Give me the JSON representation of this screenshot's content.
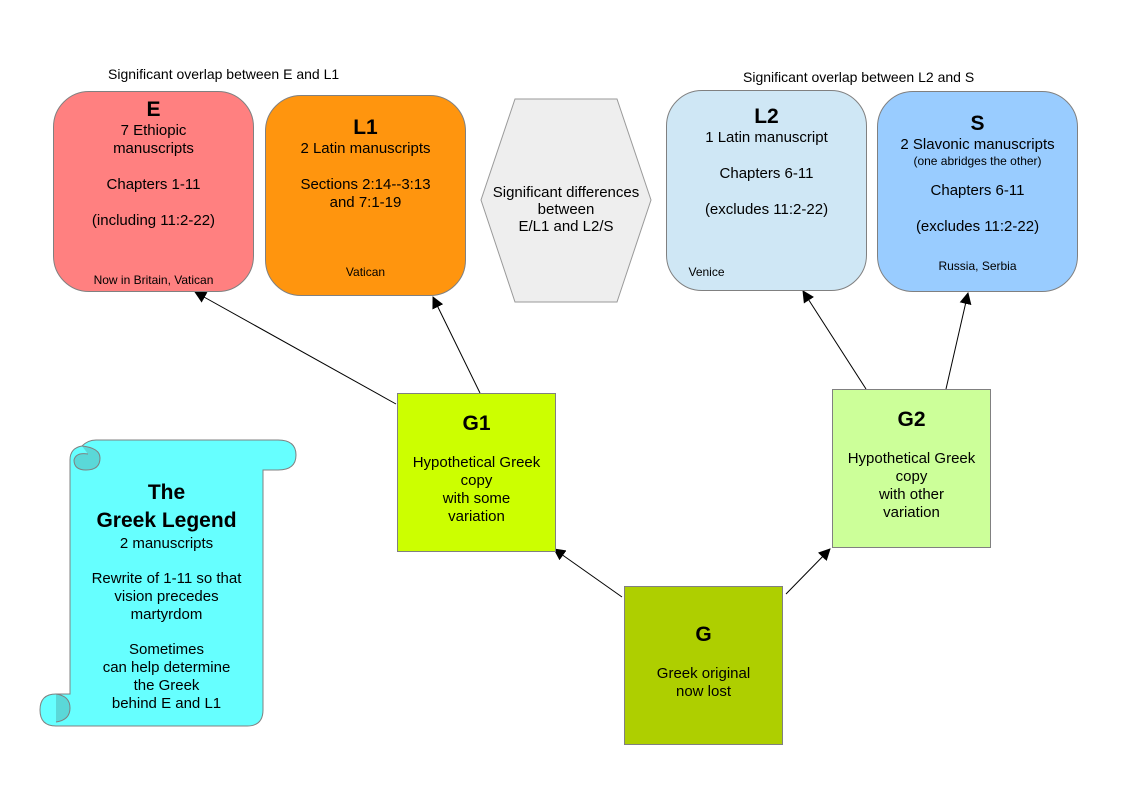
{
  "notes": {
    "left_overlap": "Significant overlap between E and L1",
    "right_overlap": "Significant overlap between L2 and S"
  },
  "colors": {
    "E": "#ff8080",
    "L1": "#ff950e",
    "L2": "#cfe7f5",
    "S": "#99ccff",
    "G1": "#ccff00",
    "G2": "#ccff99",
    "G": "#aecf00",
    "legend": "#66ffff",
    "diff": "#eeeeee",
    "arrow": "#000000"
  },
  "boxes": {
    "E": {
      "title": "E",
      "line1": "7 Ethiopic",
      "line2": "manuscripts",
      "chapters": "Chapters 1-11",
      "extra": "(including 11:2-22)",
      "location": "Now in Britain, Vatican"
    },
    "L1": {
      "title": "L1",
      "line1": "2 Latin manuscripts",
      "sections1": "Sections 2:14--3:13",
      "sections2": "and 7:1-19",
      "location": "Vatican"
    },
    "L2": {
      "title": "L2",
      "line1": "1 Latin manuscript",
      "chapters": "Chapters 6-11",
      "extra": "(excludes 11:2-22)",
      "location": "Venice"
    },
    "S": {
      "title": "S",
      "line1": "2 Slavonic manuscripts",
      "line2": "(one abridges the other)",
      "chapters": "Chapters 6-11",
      "extra": "(excludes 11:2-22)",
      "location": "Russia, Serbia"
    },
    "G1": {
      "title": "G1",
      "lines": [
        "Hypothetical Greek",
        "copy",
        "with some",
        "variation"
      ]
    },
    "G2": {
      "title": "G2",
      "lines": [
        "Hypothetical Greek",
        "copy",
        "with other",
        "variation"
      ]
    },
    "G": {
      "title": "G",
      "lines": [
        "Greek original",
        "now lost"
      ]
    }
  },
  "differences": {
    "lines": [
      "Significant differences",
      "between",
      "E/L1 and L2/S"
    ]
  },
  "legend": {
    "title1": "The",
    "title2": "Greek Legend",
    "count": "2 manuscripts",
    "rewrite": [
      "Rewrite of 1-11 so that",
      "vision precedes",
      "martyrdom"
    ],
    "help": [
      "Sometimes",
      "can help determine",
      "the Greek",
      "behind E and L1"
    ]
  },
  "relations": [
    {
      "from": "G",
      "to": "G1"
    },
    {
      "from": "G",
      "to": "G2"
    },
    {
      "from": "G1",
      "to": "E"
    },
    {
      "from": "G1",
      "to": "L1"
    },
    {
      "from": "G2",
      "to": "L2"
    },
    {
      "from": "G2",
      "to": "S"
    }
  ]
}
